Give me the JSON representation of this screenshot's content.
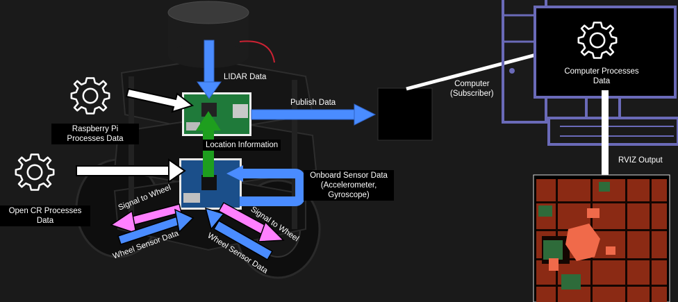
{
  "labels": {
    "lidar": "LIDAR Data",
    "publish": "Publish Data",
    "rpi_line1": "Raspberry Pi",
    "rpi_line2": "Processes Data",
    "location": "Location Information",
    "opencr_line1": "Open CR Processes",
    "opencr_line2": "Data",
    "onboard_line1": "Onboard Sensor Data",
    "onboard_line2": "(Accelerometer,",
    "onboard_line3": "Gyroscope)",
    "signal_left": "Signal to Wheel",
    "signal_right": "Signal to Wheel",
    "wheel_left": "Wheel Sensor Data",
    "wheel_right": "Wheel Sensor Data",
    "computer_line1": "Computer",
    "computer_line2": "(Subscriber)",
    "computer_proc_line1": "Computer Processes",
    "computer_proc_line2": "Data",
    "rviz": "RVIZ Output"
  },
  "icons": {
    "gear": "gear-icon",
    "computer": "desktop-computer-icon"
  },
  "colors": {
    "background": "#1a1a1a",
    "blue_arrow": "#4a8cff",
    "green_arrow": "#1e9e1e",
    "pink_arrow": "#ff80ff",
    "white_arrow": "#ffffff",
    "map_red": "#8b2a14",
    "map_orange": "#f06a4a",
    "map_green": "#2e6b3a"
  }
}
